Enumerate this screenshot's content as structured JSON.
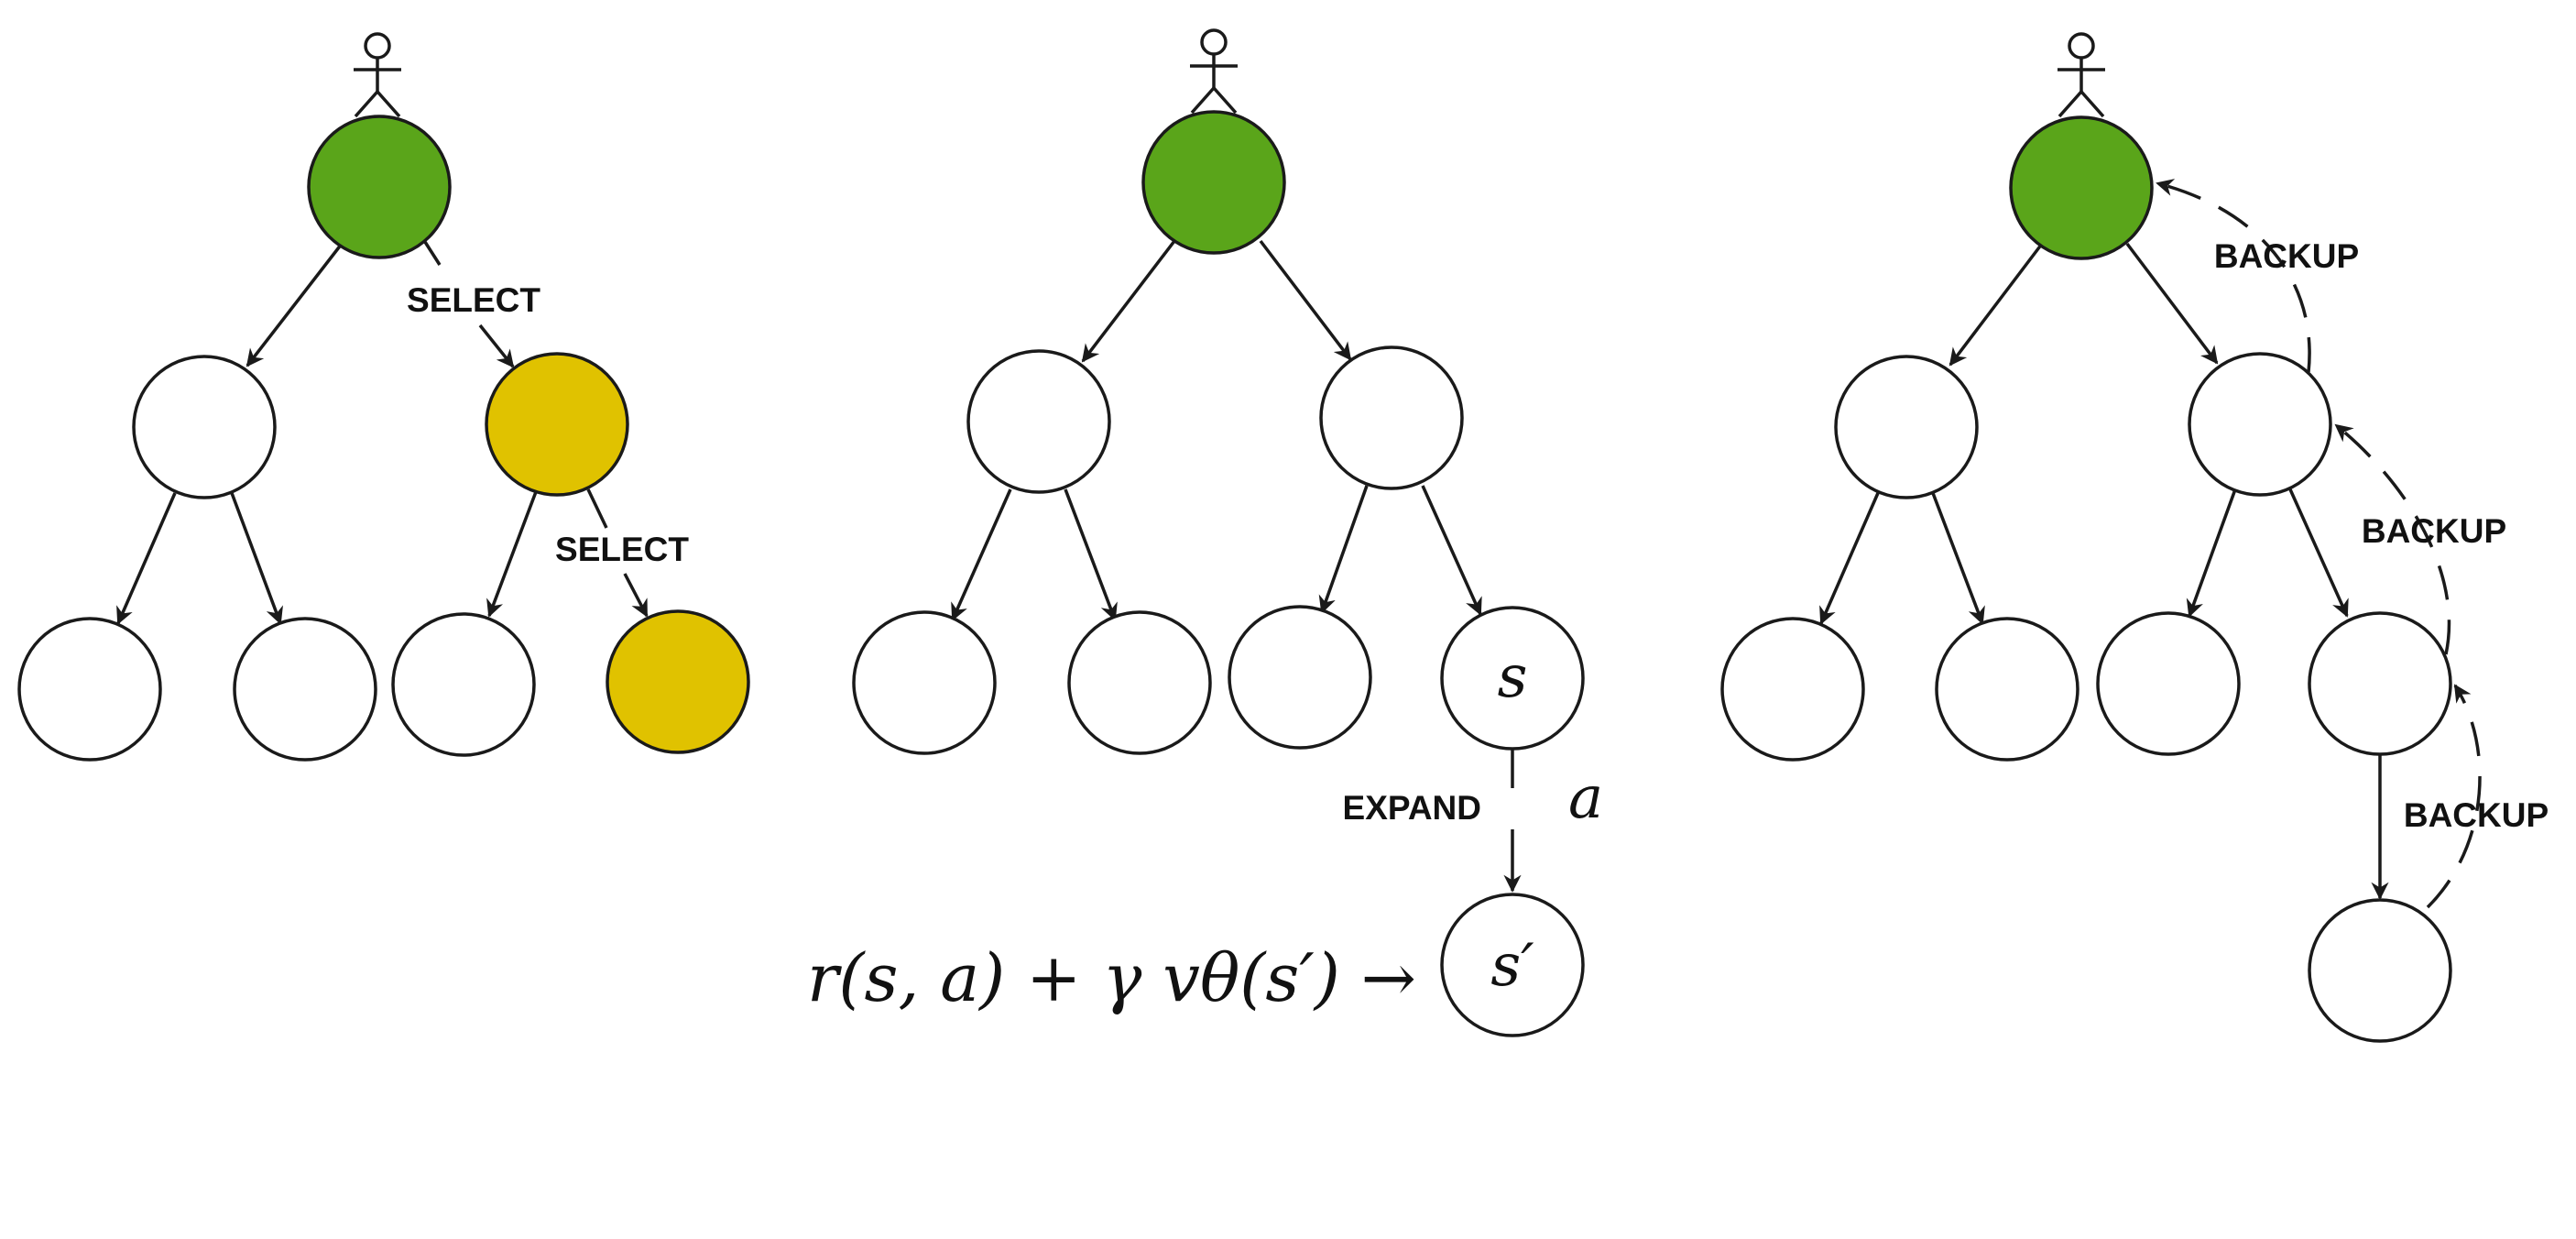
{
  "colors": {
    "root": "#5aa51a",
    "selected": "#e0c200",
    "node": "#ffffff",
    "stroke": "#1a1a1a"
  },
  "panels": {
    "select": {
      "edge_label_1": "SELECT",
      "edge_label_2": "SELECT"
    },
    "expand": {
      "leaf_state": "s",
      "expand_label": "EXPAND",
      "action_symbol": "a",
      "new_state": "s′",
      "value_formula": "r(s, a) + γ vθ(s′) →"
    },
    "backup": {
      "label_1": "BACKUP",
      "label_2": "BACKUP",
      "label_3": "BACKUP"
    }
  },
  "icons": [
    "stick-figure-icon",
    "arrowhead-icon"
  ]
}
